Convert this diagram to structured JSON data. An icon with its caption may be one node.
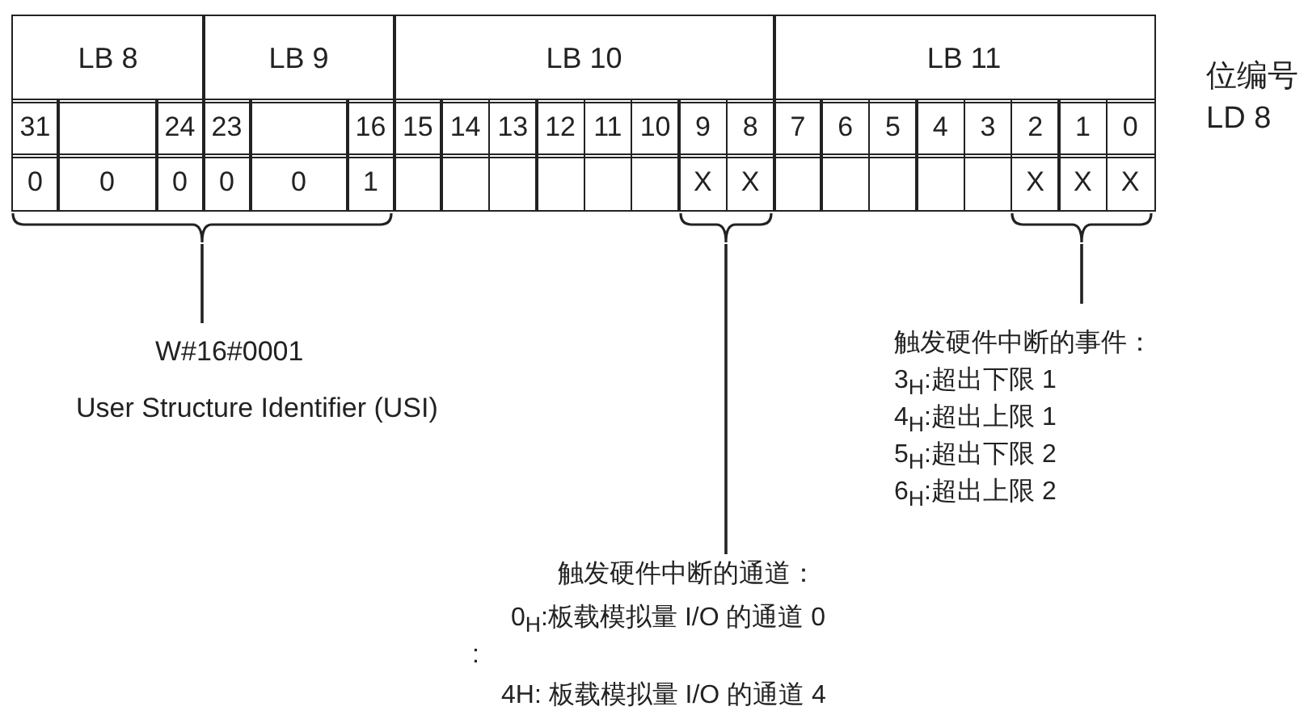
{
  "diagram": {
    "nodes": [
      {
        "text": [],
        "shape": "brace"
      },
      {
        "text": [],
        "shape": "brace"
      },
      {
        "text": [],
        "shape": "brace"
      },
      {
        "text": [
          "W#16#0001",
          "User Structure Identifier (USI)"
        ]
      },
      {
        "text": [
          "触发硬件中断的事件：",
          "3$_{H}$:超出下限 1",
          "4$_{H}$:超出上限 1",
          "5$_{H}$:超出下限 2",
          "6$_{H}$:超出上限 2"
        ]
      },
      {
        "text": [
          "触发硬件中断的通道：",
          "0$_{H}$:板载模拟量 I/O 的通道 0",
          ":",
          "4H: 板载模拟量 I/O 的通道 4"
        ]
      }
    ],
    "edges": [
      {
        "from": 3,
        "to": 0,
        "arrow": "none"
      },
      {
        "from": 5,
        "to": 1,
        "arrow": "none"
      },
      {
        "from": 4,
        "to": 2,
        "arrow": "none"
      }
    ],
    "labels": [
      "LB 8",
      "LB 9",
      "LB 10",
      "LB 11",
      "31",
      "24",
      "23",
      "16",
      "15",
      "14",
      "13",
      "12",
      "11",
      "10",
      "9",
      "8",
      "7",
      "6",
      "5",
      "4",
      "3",
      "2",
      "1",
      "0",
      "0",
      "0",
      "0",
      "0",
      "0",
      "1",
      "X",
      "X",
      "X",
      "X",
      "X",
      "位编号",
      "LD 8"
    ]
  }
}
